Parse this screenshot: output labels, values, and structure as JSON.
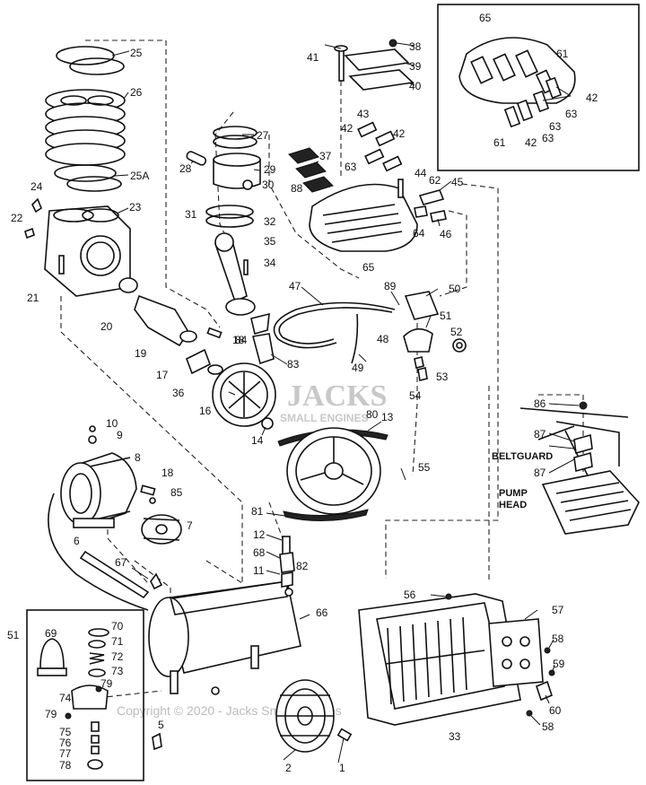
{
  "watermark": {
    "logo": "JACKS",
    "logo_sub": "SMALL ENGINES",
    "copyright": "Copyright © 2020 - Jacks Small Engines"
  },
  "labels": {
    "beltguard": "BELTGUARD",
    "pump_head_1": "PUMP",
    "pump_head_2": "HEAD"
  },
  "callouts": {
    "c1": "1",
    "c2": "2",
    "c5": "5",
    "c6": "6",
    "c7": "7",
    "c8": "8",
    "c9": "9",
    "c10": "10",
    "c11": "11",
    "c12": "12",
    "c13": "13",
    "c14": "14",
    "c16": "16",
    "c17": "17",
    "c18a": "18",
    "c18b": "18",
    "c19": "19",
    "c20": "20",
    "c21": "21",
    "c22": "22",
    "c23": "23",
    "c24": "24",
    "c25": "25",
    "c25a": "25A",
    "c26": "26",
    "c27": "27",
    "c28": "28",
    "c29": "29",
    "c30": "30",
    "c31": "31",
    "c32": "32",
    "c33": "33",
    "c34": "34",
    "c35": "35",
    "c36": "36",
    "c37": "37",
    "c38": "38",
    "c39": "39",
    "c40": "40",
    "c41": "41",
    "c42a": "42",
    "c42b": "42",
    "c42c": "42",
    "c42d": "42",
    "c43": "43",
    "c44": "44",
    "c45": "45",
    "c46": "46",
    "c47": "47",
    "c48": "48",
    "c49": "49",
    "c50": "50",
    "c51a": "51",
    "c51b": "51",
    "c52": "52",
    "c53": "53",
    "c54": "54",
    "c55": "55",
    "c56": "56",
    "c57": "57",
    "c58a": "58",
    "c58b": "58",
    "c59": "59",
    "c60": "60",
    "c61a": "61",
    "c61b": "61",
    "c62": "62",
    "c63a": "63",
    "c63b": "63",
    "c63c": "63",
    "c63d": "63",
    "c64": "64",
    "c65a": "65",
    "c65b": "65",
    "c66": "66",
    "c67": "67",
    "c68": "68",
    "c69": "69",
    "c70": "70",
    "c71": "71",
    "c72": "72",
    "c73": "73",
    "c74": "74",
    "c75": "75",
    "c76": "76",
    "c77": "77",
    "c78": "78",
    "c79a": "79",
    "c79b": "79",
    "c80": "80",
    "c81": "81",
    "c82": "82",
    "c83": "83",
    "c84": "84",
    "c85": "85",
    "c86": "86",
    "c87a": "87",
    "c87b": "87",
    "c88": "88",
    "c89": "89"
  }
}
